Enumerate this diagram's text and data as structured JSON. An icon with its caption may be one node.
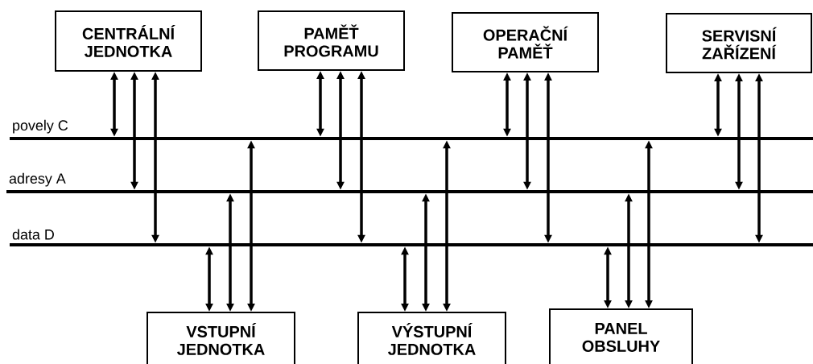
{
  "diagram": {
    "nodes": [
      {
        "text": [
          "CENTRÁLNÍ JEDNOTKA"
        ]
      },
      {
        "text": [
          "PAMĚŤ PROGRAMU"
        ]
      },
      {
        "text": [
          "OPERAČNÍ PAMĚŤ"
        ]
      },
      {
        "text": [
          "SERVISNÍ ZAŘÍZENÍ"
        ]
      },
      {
        "text": [
          "povely C"
        ]
      },
      {
        "text": [
          "adresy A"
        ]
      },
      {
        "text": [
          "data  D"
        ]
      },
      {
        "text": [
          "VSTUPNÍ JEDNOTKA"
        ]
      },
      {
        "text": [
          "VÝSTUPNÍ JEDNOTKA"
        ]
      },
      {
        "text": [
          "PANEL OBSLUHY"
        ]
      }
    ],
    "edges": [
      {
        "from": 0,
        "to": 4,
        "arrow": "both"
      },
      {
        "from": 0,
        "to": 5,
        "arrow": "both"
      },
      {
        "from": 0,
        "to": 6,
        "arrow": "both"
      },
      {
        "from": 1,
        "to": 4,
        "arrow": "both"
      },
      {
        "from": 1,
        "to": 5,
        "arrow": "both"
      },
      {
        "from": 1,
        "to": 6,
        "arrow": "both"
      },
      {
        "from": 2,
        "to": 4,
        "arrow": "both"
      },
      {
        "from": 2,
        "to": 5,
        "arrow": "both"
      },
      {
        "from": 2,
        "to": 6,
        "arrow": "both"
      },
      {
        "from": 3,
        "to": 4,
        "arrow": "both"
      },
      {
        "from": 3,
        "to": 5,
        "arrow": "both"
      },
      {
        "from": 3,
        "to": 6,
        "arrow": "both"
      },
      {
        "from": 7,
        "to": 6,
        "arrow": "both"
      },
      {
        "from": 7,
        "to": 5,
        "arrow": "both"
      },
      {
        "from": 7,
        "to": 4,
        "arrow": "both"
      },
      {
        "from": 8,
        "to": 6,
        "arrow": "both"
      },
      {
        "from": 8,
        "to": 5,
        "arrow": "both"
      },
      {
        "from": 8,
        "to": 4,
        "arrow": "both"
      },
      {
        "from": 9,
        "to": 6,
        "arrow": "both"
      },
      {
        "from": 9,
        "to": 5,
        "arrow": "both"
      },
      {
        "from": 9,
        "to": 4,
        "arrow": "both"
      }
    ]
  }
}
